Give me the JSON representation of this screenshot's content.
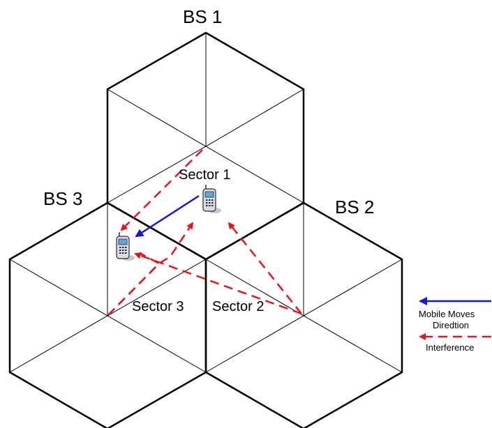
{
  "labels": {
    "bs1": "BS 1",
    "bs2": "BS 2",
    "bs3": "BS 3",
    "sector1": "Sector 1",
    "sector2": "Sector 2",
    "sector3": "Sector 3"
  },
  "legend": {
    "mobile_moves_line1": "Mobile Moves",
    "mobile_moves_line2": "Diredtion",
    "interference": "Interference"
  },
  "colors": {
    "interference": "#e8141a",
    "mobile_move": "#1616d6",
    "outline": "#000000"
  },
  "icons": [
    "mobile-phone-icon",
    "mobile-phone-icon"
  ]
}
